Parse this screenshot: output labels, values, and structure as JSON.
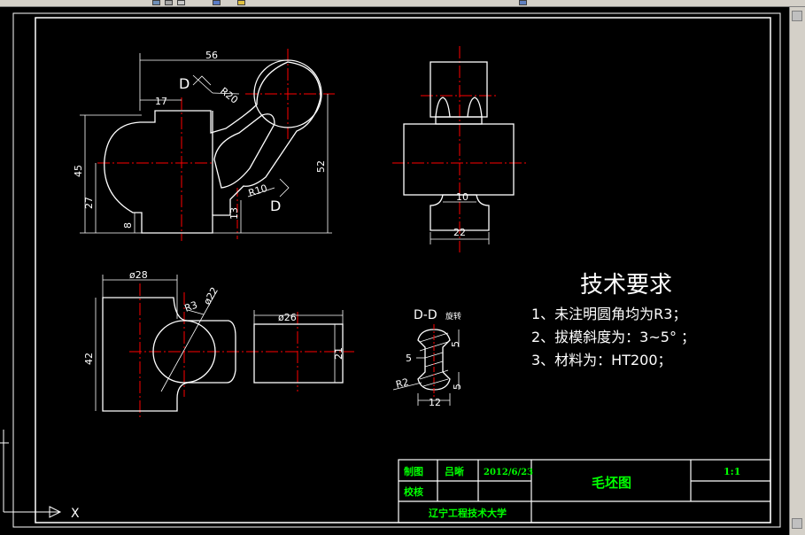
{
  "views": {
    "front": {
      "dims": {
        "width_top": "56",
        "width_left": "17",
        "height_left": "45",
        "height_inner": "27",
        "height_small": "8",
        "height_right": "52",
        "height_small_right": "13",
        "radius_top": "R20",
        "radius_bottom": "R10"
      },
      "section_marks": [
        "D",
        "D"
      ]
    },
    "side": {
      "dims": {
        "width_bottom": "22",
        "width_inner": "10"
      }
    },
    "top": {
      "dims": {
        "dia_left": "ø28",
        "dia_circle": "ø22",
        "radius": "R3",
        "dia_right": "ø26",
        "height_left": "42",
        "height_right": "21"
      }
    },
    "section": {
      "title": "D-D",
      "title_suffix": "旋转",
      "dims": {
        "r": "R2",
        "w": "12",
        "a": "5",
        "b": "5",
        "c": "5"
      }
    }
  },
  "requirements": {
    "heading": "技术要求",
    "items": [
      "1、未注明圆角均为R3；",
      "2、拔模斜度为：3~5° ；",
      "3、材料为：HT200；"
    ]
  },
  "title_block": {
    "drawn_label": "制图",
    "drawn_name": "吕晰",
    "date": "2012/6/23",
    "checked_label": "校核",
    "part_name": "毛坯图",
    "scale": "1:1",
    "school": "辽宁工程技术大学"
  },
  "ucs": {
    "x_label": "X"
  },
  "colors": {
    "background": "#000000",
    "lines": "#ffffff",
    "centerlines": "#ff0000",
    "table_text": "#00ff00"
  }
}
